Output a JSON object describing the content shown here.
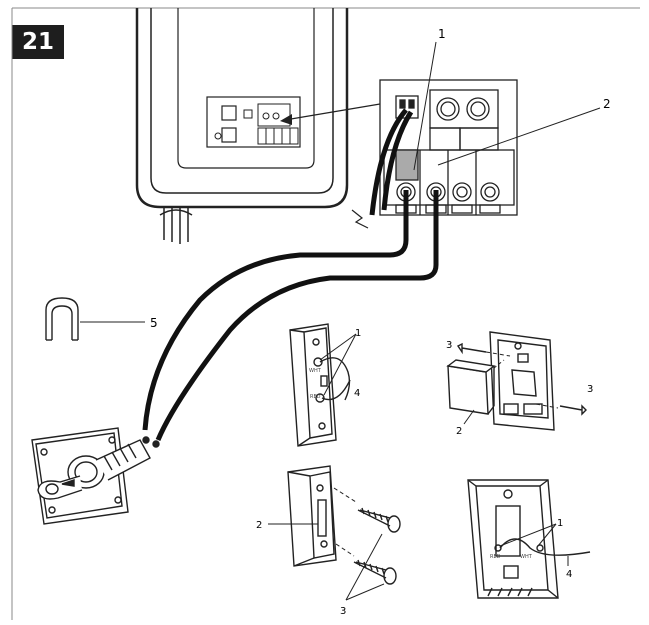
{
  "figure": {
    "number": "21",
    "callouts": {
      "main_1": "1",
      "main_2": "2",
      "main_5": "5",
      "detail_a_1": "1",
      "detail_a_4": "4",
      "detail_b_2": "2",
      "detail_b_3": "3",
      "detail_c_3_left": "3",
      "detail_c_3_right": "3",
      "detail_c_2": "2",
      "detail_d_1": "1",
      "detail_d_4": "4"
    },
    "component_markings": {
      "white": "WHT",
      "red": "RED"
    }
  }
}
